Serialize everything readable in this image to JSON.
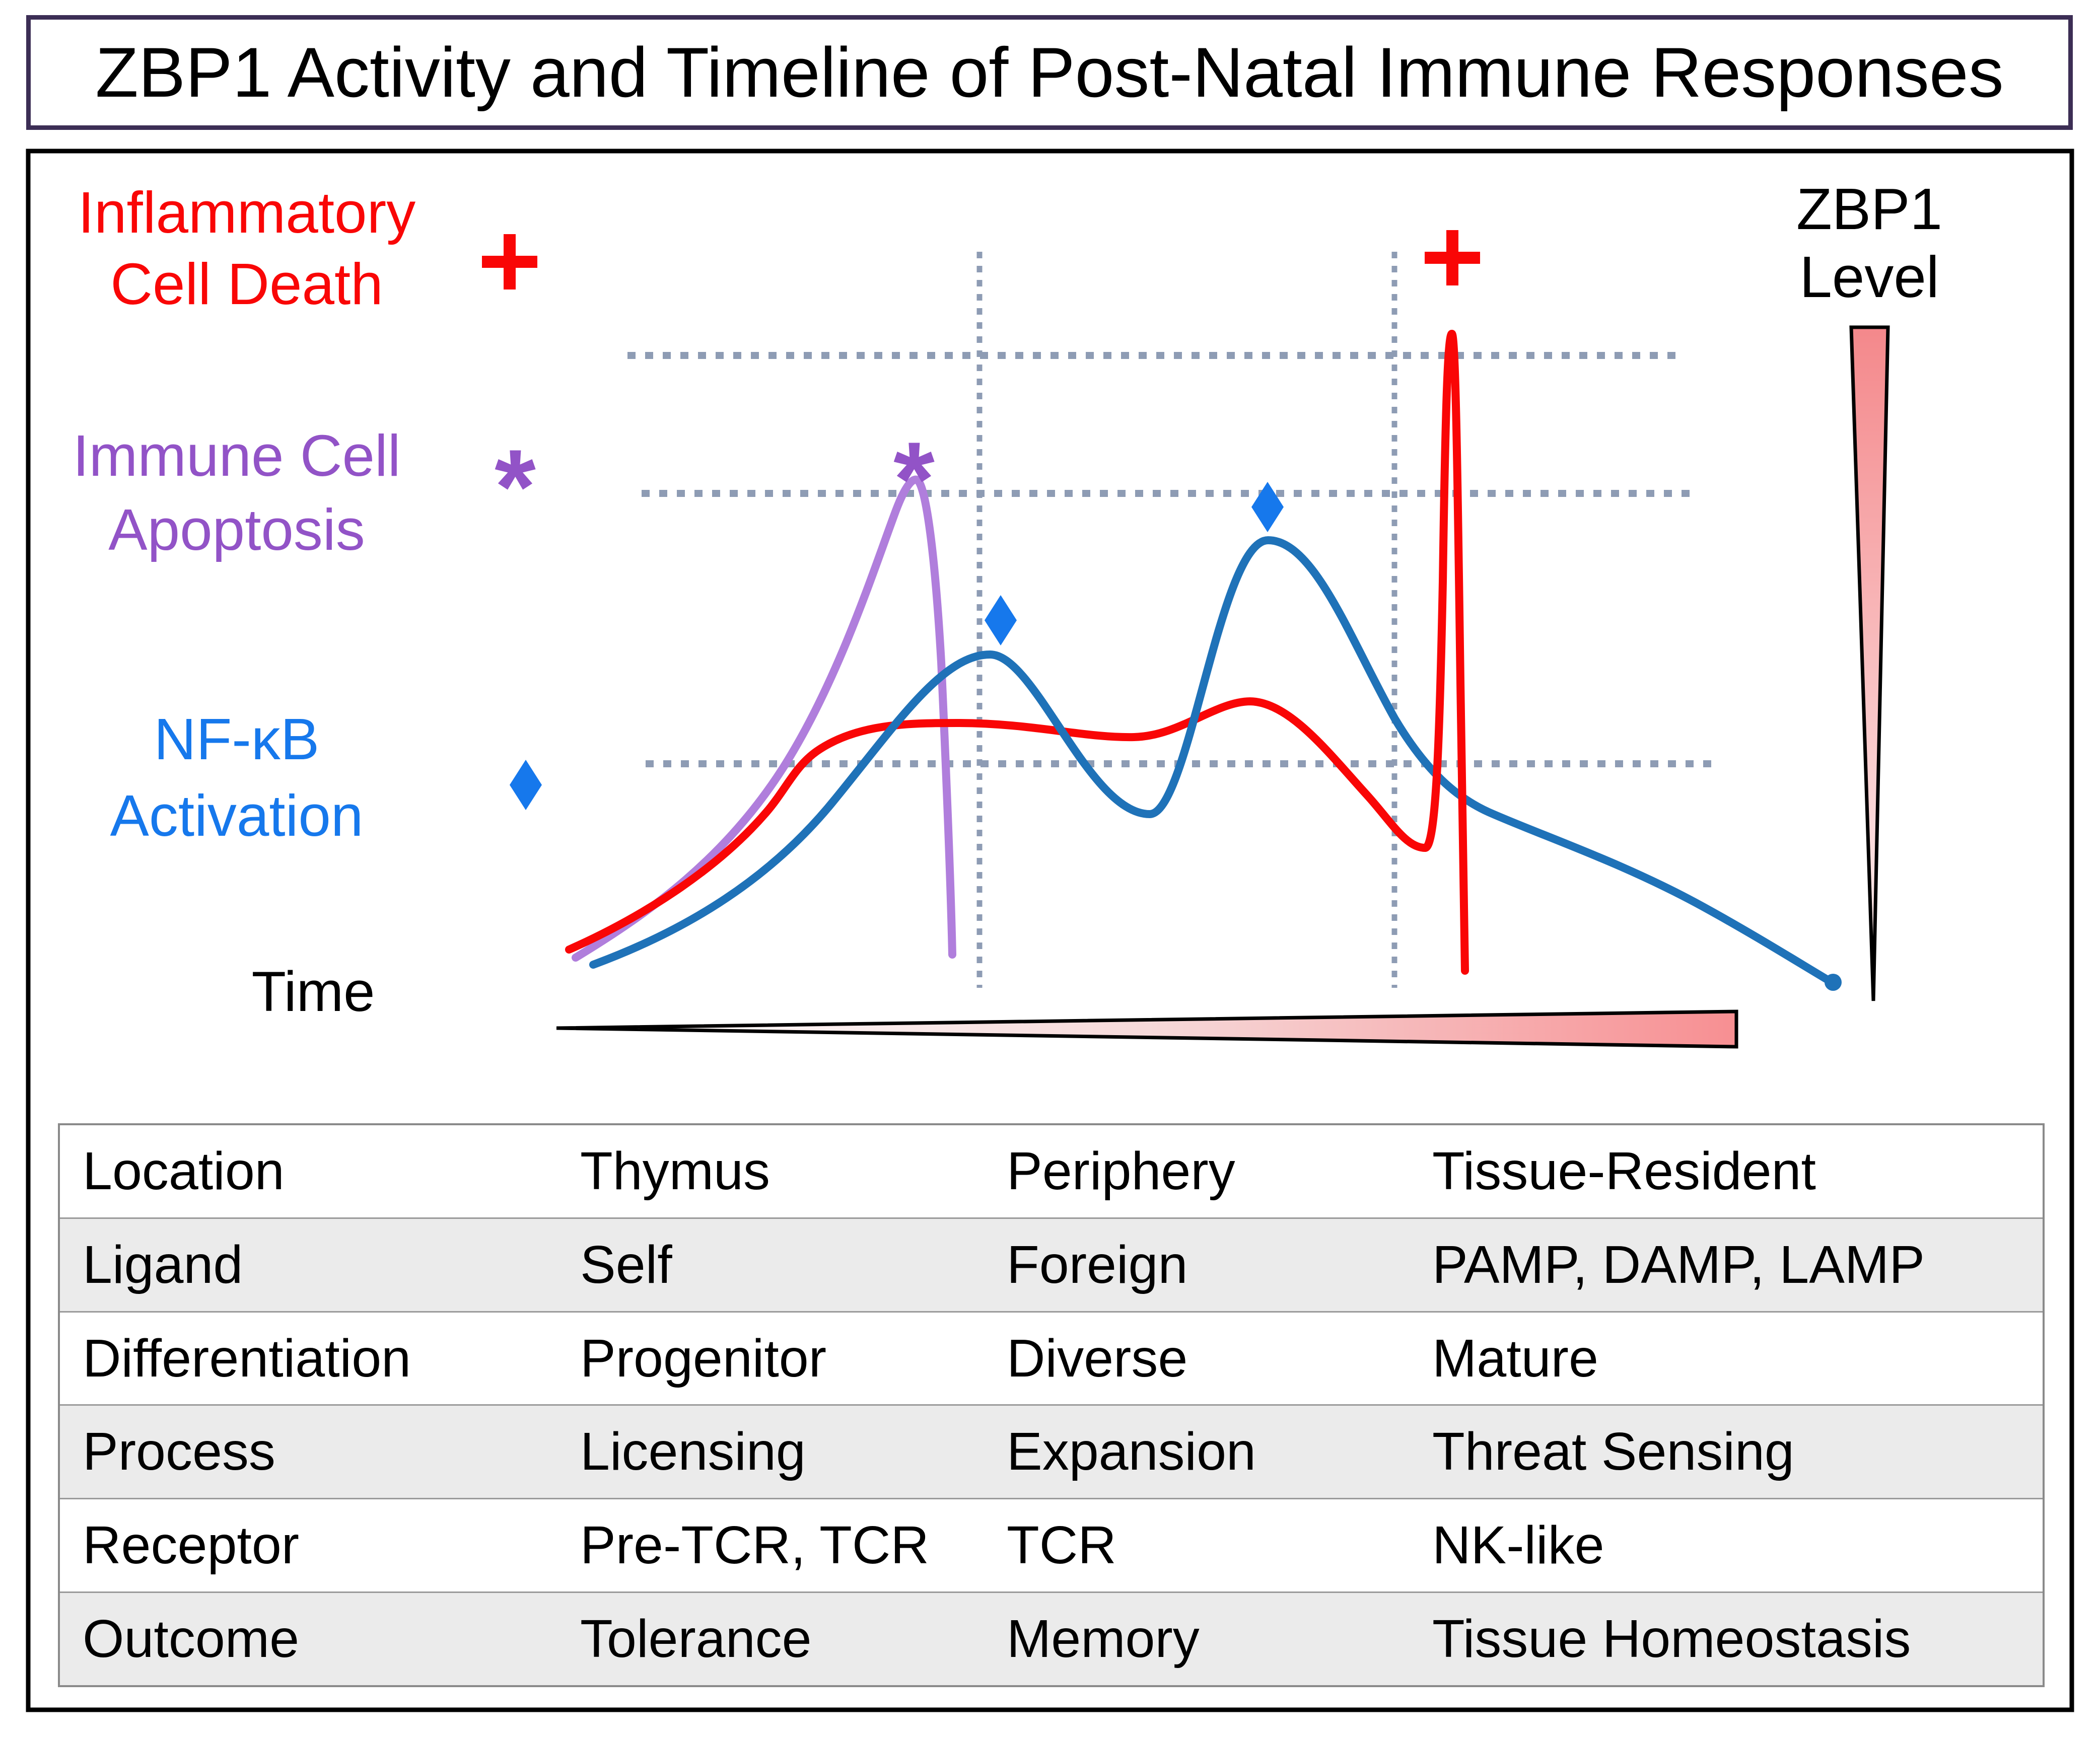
{
  "title": "ZBP1 Activity and Timeline of Post-Natal Immune Responses",
  "legend": {
    "items": [
      {
        "line1": "Inflammatory",
        "line2": "Cell Death",
        "symbol": "plus",
        "color": "#F90606"
      },
      {
        "line1": "Immune Cell",
        "line2": "Apoptosis",
        "symbol": "asterisk",
        "color": "#9253C7"
      },
      {
        "line1": "NF-κB",
        "line2": "Activation",
        "symbol": "diamond",
        "color": "#1678EC"
      }
    ]
  },
  "axes": {
    "time_label": "Time",
    "zbp1_line1": "ZBP1",
    "zbp1_line2": "Level"
  },
  "colors": {
    "apoptosis_curve": "#B07EDC",
    "nfkb_curve": "#1F72B8",
    "death_curve": "#F90606",
    "marker_blue": "#1678EC",
    "dotted_line": "#8E9CB4",
    "title_border": "#3C2E55",
    "panel_border": "#000000",
    "table_alt_row": "#EBEBEB",
    "gradient_salmon": "#F78F92",
    "gradient_light": "#FFFFFF"
  },
  "chart_data": {
    "type": "line",
    "title": "ZBP1 Activity and Timeline of Post-Natal Immune Responses",
    "xlabel": "Time (conceptual axis, increasing left to right)",
    "ylabel": "ZBP1 Level (conceptual, decreasing with time)",
    "x_range": [
      0,
      100
    ],
    "y_range": [
      0,
      100
    ],
    "grid": false,
    "legend_position": "left",
    "series": [
      {
        "name": "Immune Cell Apoptosis",
        "color": "#B07EDC",
        "points": [
          [
            0.5,
            7
          ],
          [
            9,
            16
          ],
          [
            17,
            35
          ],
          [
            23,
            60
          ],
          [
            26,
            73
          ],
          [
            27.5,
            78
          ],
          [
            29,
            51
          ],
          [
            29.8,
            25
          ],
          [
            30.3,
            7
          ]
        ]
      },
      {
        "name": "NF-κB Activation",
        "color": "#1F72B8",
        "points": [
          [
            2,
            6
          ],
          [
            13,
            16
          ],
          [
            21,
            30
          ],
          [
            28,
            44
          ],
          [
            33,
            52
          ],
          [
            37,
            44
          ],
          [
            41,
            33
          ],
          [
            46,
            28
          ],
          [
            50,
            44
          ],
          [
            55,
            69
          ],
          [
            59,
            62
          ],
          [
            63,
            49
          ],
          [
            65,
            42
          ],
          [
            69,
            31
          ],
          [
            73,
            28
          ],
          [
            80,
            21
          ],
          [
            90,
            14
          ],
          [
            100,
            3
          ]
        ]
      },
      {
        "name": "Inflammatory Cell Death",
        "color": "#F90606",
        "points": [
          [
            0,
            8
          ],
          [
            8,
            16
          ],
          [
            15.5,
            28
          ],
          [
            19.5,
            37
          ],
          [
            26,
            41.5
          ],
          [
            31,
            41.6
          ],
          [
            40,
            39.8
          ],
          [
            45,
            39.5
          ],
          [
            54,
            45
          ],
          [
            60,
            33
          ],
          [
            64,
            26
          ],
          [
            67.5,
            23
          ],
          [
            69,
            38
          ],
          [
            69.8,
            100
          ],
          [
            70.4,
            40
          ],
          [
            70.8,
            5
          ]
        ]
      }
    ],
    "threshold_lines": [
      {
        "name": "inflammatory-cell-death-level",
        "y": 96.5,
        "style": "dotted"
      },
      {
        "name": "immune-cell-apoptosis-level",
        "y": 76,
        "style": "dotted"
      },
      {
        "name": "nfkb-activation-level",
        "y": 35.6,
        "style": "dotted"
      }
    ],
    "phase_dividers_x": [
      32.5,
      65.3
    ],
    "markers": [
      {
        "symbol": "asterisk",
        "color": "#9253C7",
        "x": 27.3,
        "y": 81,
        "note": "above apoptosis peak"
      },
      {
        "symbol": "diamond",
        "color": "#1678EC",
        "x": 34.1,
        "y": 57,
        "note": "above first NF-κB peak"
      },
      {
        "symbol": "diamond",
        "color": "#1678EC",
        "x": 55.3,
        "y": 74,
        "note": "above second NF-κB peak"
      },
      {
        "symbol": "plus",
        "color": "#F90606",
        "x": 69.9,
        "y": 111,
        "note": "above inflammatory cell death spike"
      }
    ],
    "annotations": [
      {
        "name": "zbp1-level-triangle",
        "orientation": "vertical",
        "wide_end": "top",
        "meaning": "ZBP1 Level decreasing over time"
      },
      {
        "name": "time-triangle",
        "orientation": "horizontal",
        "wide_end": "right",
        "meaning": "Time increasing left to right"
      }
    ]
  },
  "table": {
    "rows": [
      {
        "label": "Location",
        "cells": [
          "Thymus",
          "Periphery",
          "Tissue-Resident"
        ]
      },
      {
        "label": "Ligand",
        "cells": [
          "Self",
          "Foreign",
          "PAMP, DAMP, LAMP"
        ]
      },
      {
        "label": "Differentiation",
        "cells": [
          "Progenitor",
          "Diverse",
          "Mature"
        ]
      },
      {
        "label": "Process",
        "cells": [
          "Licensing",
          "Expansion",
          "Threat Sensing"
        ]
      },
      {
        "label": "Receptor",
        "cells": [
          "Pre-TCR, TCR",
          "TCR",
          "NK-like"
        ]
      },
      {
        "label": "Outcome",
        "cells": [
          "Tolerance",
          "Memory",
          "Tissue Homeostasis"
        ]
      }
    ]
  }
}
